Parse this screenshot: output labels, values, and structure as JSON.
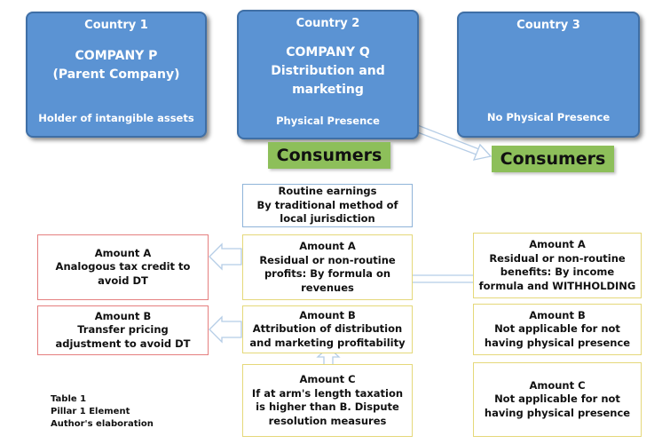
{
  "countries": [
    {
      "title": "Country 1",
      "name_lines": [
        "COMPANY P",
        "(Parent Company)"
      ],
      "footer": "Holder of intangible assets"
    },
    {
      "title": "Country 2",
      "name_lines": [
        "COMPANY Q",
        "Distribution and",
        "marketing"
      ],
      "footer": "Physical Presence"
    },
    {
      "title": "Country 3",
      "name_lines": [],
      "footer": "No Physical Presence"
    }
  ],
  "consumers": [
    "Consumers",
    "Consumers"
  ],
  "routine": [
    "Routine earnings",
    "By traditional method of",
    "local jurisdiction"
  ],
  "left_a": [
    "Amount A",
    "Analogous tax credit to",
    "avoid DT"
  ],
  "left_b": [
    "Amount B",
    "Transfer pricing",
    "adjustment to avoid DT"
  ],
  "center_a": [
    "Amount A",
    "Residual or non-routine",
    "profits: By formula on",
    "revenues"
  ],
  "center_b": [
    "Amount B",
    "Attribution of distribution",
    "and marketing profitability"
  ],
  "center_c": [
    "Amount C",
    "If at arm's length taxation",
    "is higher than B. Dispute",
    "resolution measures"
  ],
  "right_a": [
    "Amount A",
    "Residual or non-routine",
    "benefits: By income",
    "formula and WITHHOLDING"
  ],
  "right_b": [
    "Amount B",
    "Not applicable for not",
    "having physical presence"
  ],
  "right_c": [
    "Amount C",
    "Not applicable for not",
    "having physical presence"
  ],
  "note": [
    "Table 1",
    "Pillar 1 Element",
    "Author's elaboration"
  ]
}
